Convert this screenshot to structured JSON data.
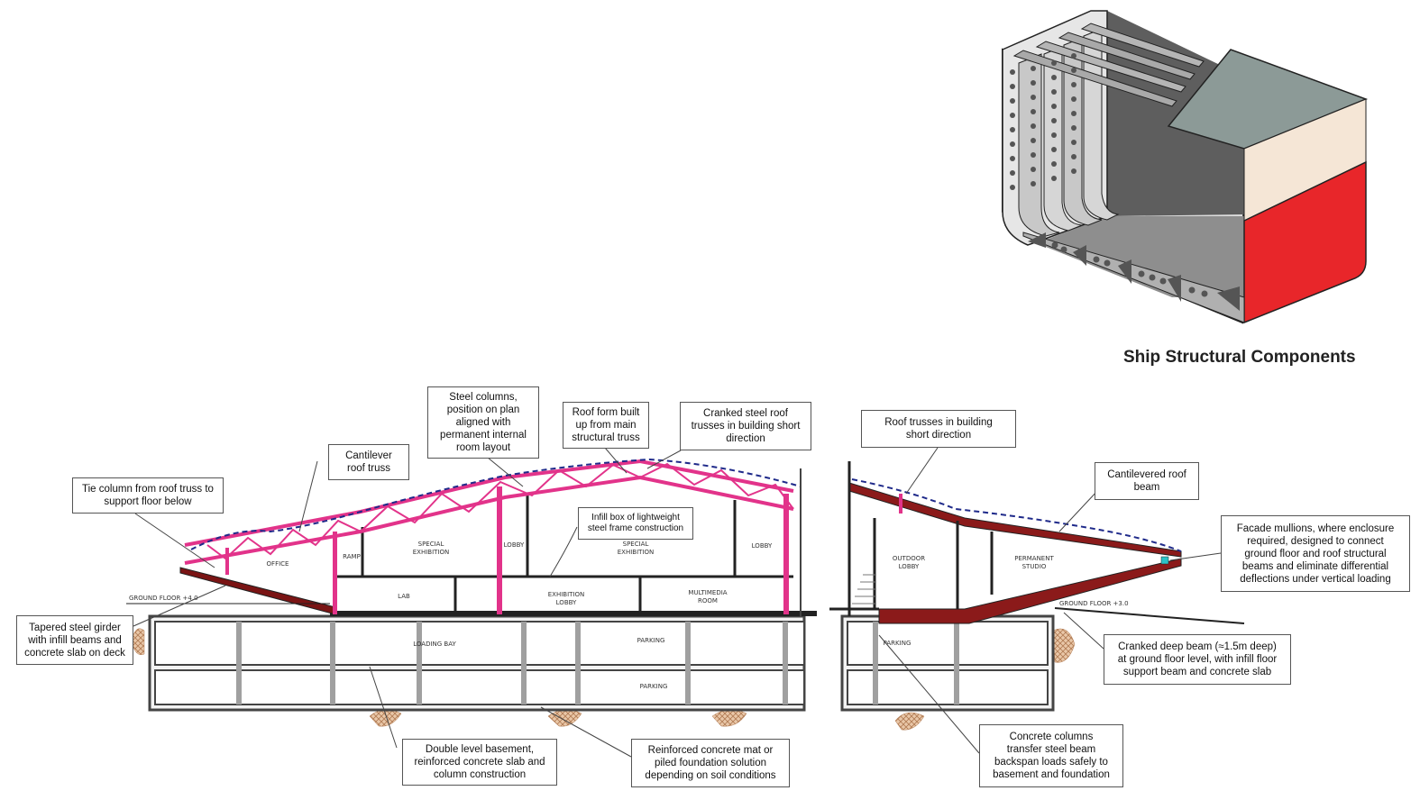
{
  "ship": {
    "title": "Ship Structural Components",
    "colors": {
      "deck": "#8c9a97",
      "topside": "#f5e6d6",
      "hull_bottom": "#e8262a",
      "frame": "#d9d9d9",
      "hold": "#6b6b6b"
    }
  },
  "callouts": {
    "tie_column": "Tie column from roof truss to\nsupport floor below",
    "cantilever_truss": "Cantilever\nroof truss",
    "steel_columns": "Steel columns,\nposition on plan\naligned with\npermanent internal\nroom layout",
    "roof_form": "Roof form built\nup from main\nstructural truss",
    "cranked_trusses": "Cranked steel roof\ntrusses in building short\ndirection",
    "infill_box": "Infill box of lightweight\nsteel frame construction",
    "tapered_girder": "Tapered steel girder\nwith infill beams and\nconcrete slab on deck",
    "double_basement": "Double level basement,\nreinforced concrete slab and\ncolumn construction",
    "mat_foundation": "Reinforced concrete mat or\npiled foundation solution\ndepending on soil conditions",
    "roof_trusses_short": "Roof trusses in building\nshort direction",
    "cantilevered_beam": "Cantilevered roof\nbeam",
    "facade_mullions": "Facade mullions, where enclosure\nrequired, designed to connect\nground floor and roof structural\nbeams and eliminate differential\ndeflections under vertical loading",
    "cranked_deep_beam": "Cranked deep beam (≈1.5m deep)\nat ground floor level, with infill floor\nsupport beam and concrete slab",
    "concrete_columns": "Concrete columns\ntransfer steel beam\nbackspan loads safely to\nbasement and foundation"
  },
  "rooms": {
    "office": "OFFICE",
    "ramp": "RAMP",
    "special_exhibition_1": "SPECIAL\nEXHIBITION",
    "lobby_1": "LOBBY",
    "special_exhibition_2": "SPECIAL\nEXHIBITION",
    "lobby_2": "LOBBY",
    "lab": "LAB",
    "exhibition_lobby": "EXHIBITION\nLOBBY",
    "multimedia_room": "MULTIMEDIA\nROOM",
    "loading_bay": "LOADING BAY",
    "parking_1": "PARKING",
    "parking_2": "PARKING",
    "outdoor_lobby": "OUTDOOR\nLOBBY",
    "permanent_studio": "PERMANENT\nSTUDIO",
    "parking_3": "PARKING"
  },
  "levels": {
    "ground_left": "GROUND FLOOR +4.0",
    "ground_right": "GROUND FLOOR +3.0"
  }
}
